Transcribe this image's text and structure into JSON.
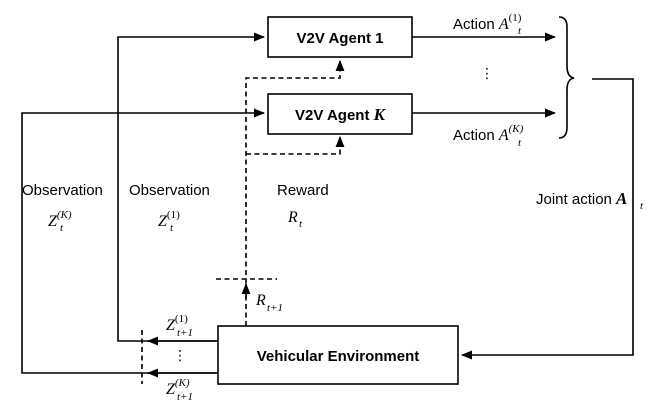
{
  "nodes": {
    "agent1": "V2V Agent 1",
    "agentK_prefix": "V2V Agent ",
    "agentK_var": "K",
    "env": "Vehicular Environment"
  },
  "labels": {
    "action1": {
      "text": "Action ",
      "sym": "A",
      "sup": "(1)",
      "sub": "t"
    },
    "actionK": {
      "text": "Action ",
      "sym": "A",
      "sup": "(K)",
      "sub": "t"
    },
    "joint_action": {
      "text": "Joint action ",
      "sym": "A",
      "sub": "t"
    },
    "obsK": {
      "text": "Observation",
      "sym": "Z",
      "sup": "(K)",
      "sub": "t"
    },
    "obs1": {
      "text": "Observation",
      "sym": "Z",
      "sup": "(1)",
      "sub": "t"
    },
    "reward": {
      "text": "Reward",
      "sym": "R",
      "sub": "t"
    },
    "reward_next": {
      "sym": "R",
      "sub": "t+1"
    },
    "z_next_1": {
      "sym": "Z",
      "sup": "(1)",
      "sub": "t+1"
    },
    "z_next_K": {
      "sym": "Z",
      "sup": "(K)",
      "sub": "t+1"
    }
  },
  "ellipsis": "⋮"
}
